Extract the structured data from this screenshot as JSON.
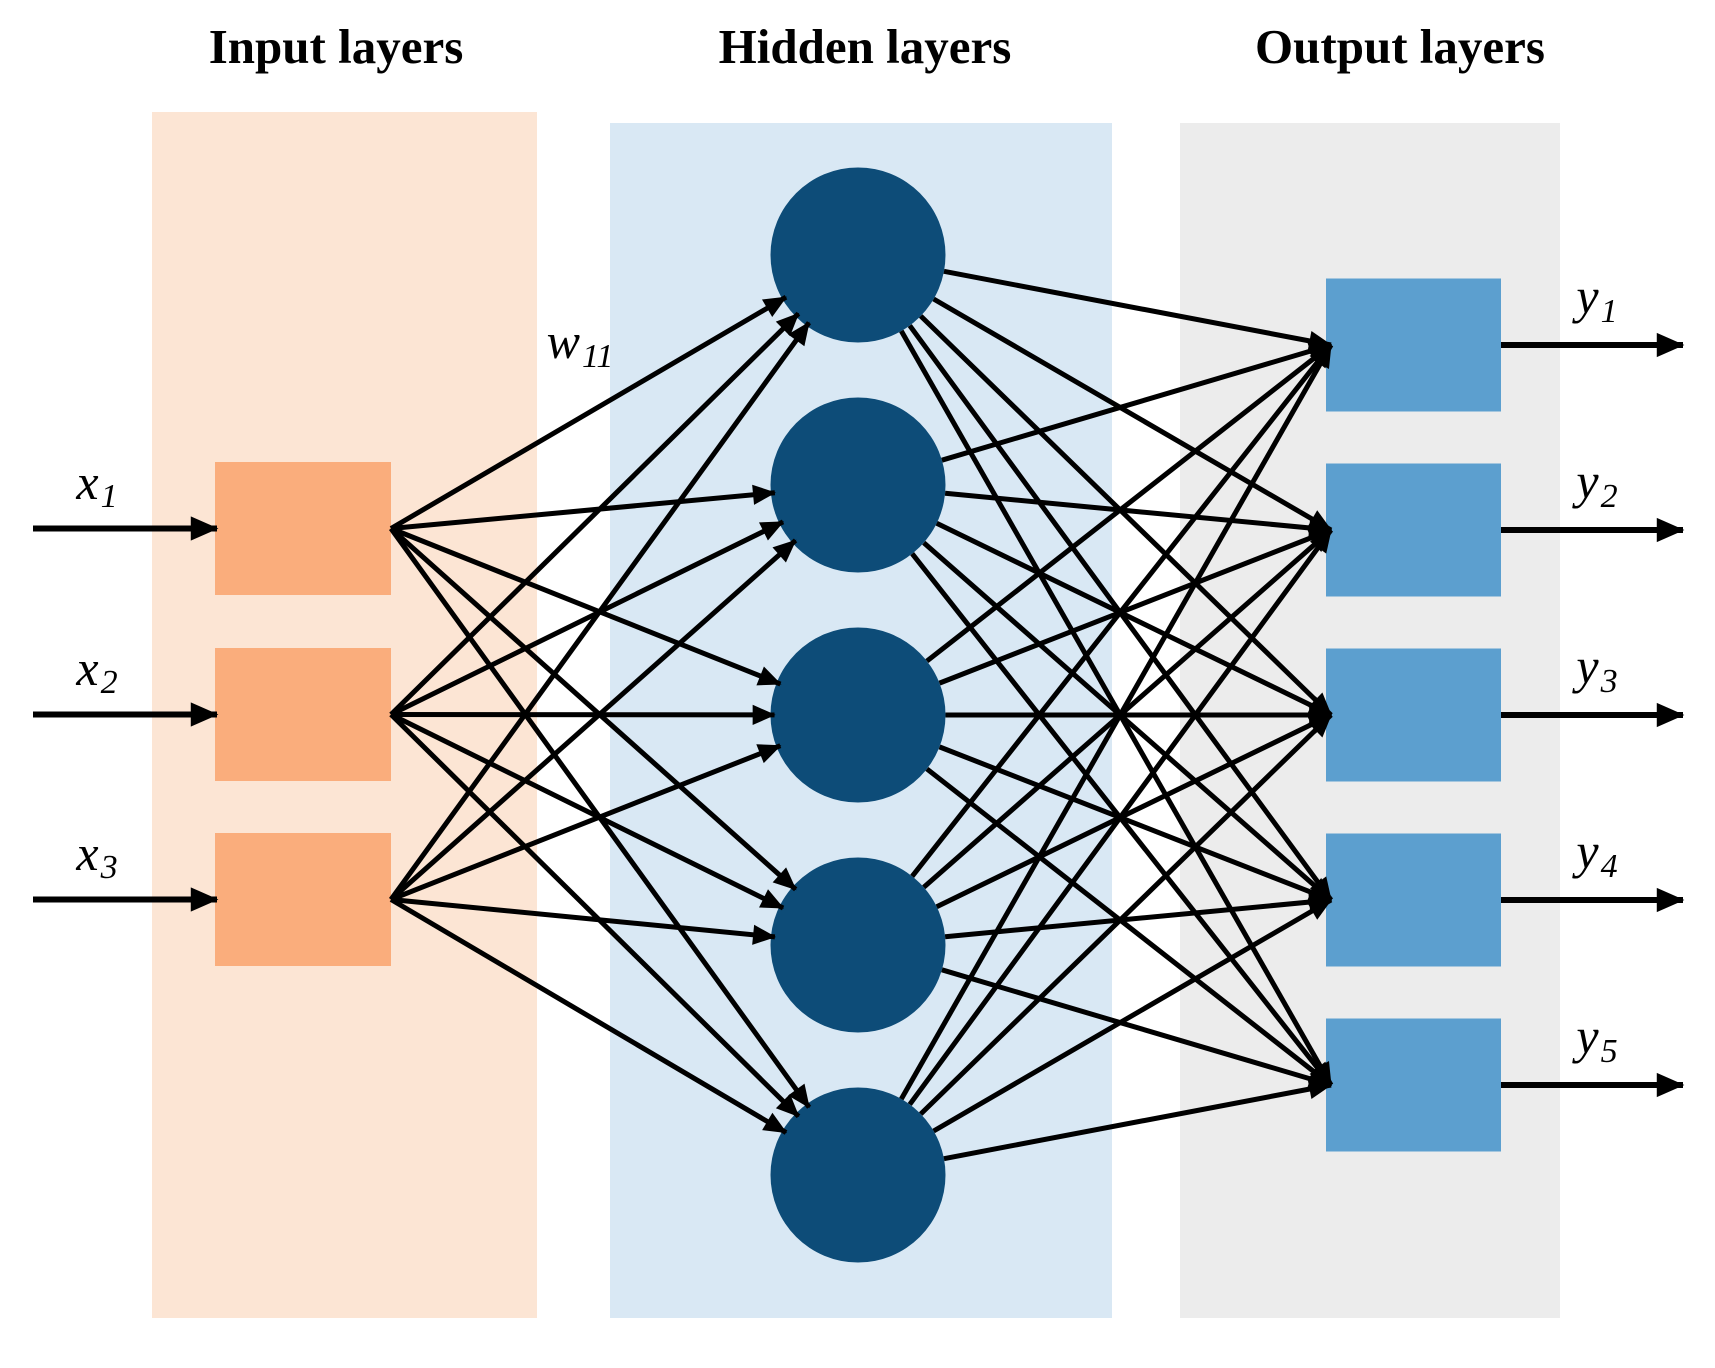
{
  "figure": {
    "type": "feedforward-neural-network-diagram",
    "titles": {
      "input": "Input layers",
      "hidden": "Hidden layers",
      "output": "Output layers"
    },
    "input_labels": [
      {
        "base": "x",
        "sub": "1"
      },
      {
        "base": "x",
        "sub": "2"
      },
      {
        "base": "x",
        "sub": "3"
      }
    ],
    "output_labels": [
      {
        "base": "y",
        "sub": "1"
      },
      {
        "base": "y",
        "sub": "2"
      },
      {
        "base": "y",
        "sub": "3"
      },
      {
        "base": "y",
        "sub": "4"
      },
      {
        "base": "y",
        "sub": "5"
      }
    ],
    "weight_label": {
      "base": "w",
      "sub": "11"
    },
    "counts": {
      "input": 3,
      "hidden": 5,
      "output": 5
    },
    "colors": {
      "background": "#FFFFFF",
      "input_panel": "#FCE5D4",
      "input_node": "#FAAD7C",
      "hidden_panel": "#D9E8F4",
      "hidden_node": "#0D4C78",
      "output_panel": "#ECECEC",
      "output_node": "#5C9FCF",
      "edge": "#000000",
      "text": "#000000"
    }
  }
}
